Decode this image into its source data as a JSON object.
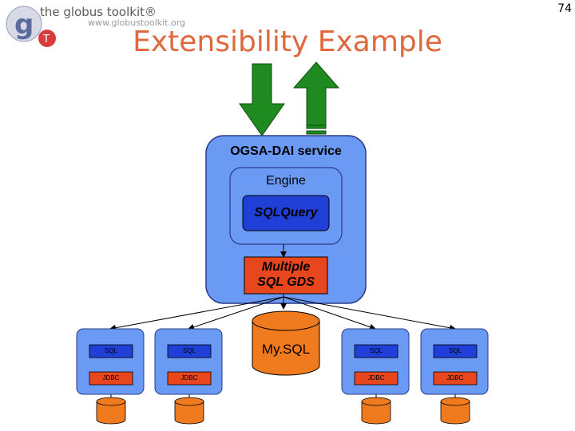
{
  "header": {
    "logo_brand": "the globus toolkit®",
    "logo_url": "www.globustoolkit.org",
    "page_number": "74"
  },
  "slide": {
    "title": "Extensibility Example"
  },
  "diagram": {
    "service_label": "OGSA-DAI service",
    "engine_label": "Engine",
    "query_label": "SQLQuery",
    "gds_label_line1": "Multiple",
    "gds_label_line2": "SQL GDS",
    "database_label": "My.SQL",
    "nodes": [
      {
        "top_label": "SQL",
        "bottom_label": "JDBC"
      },
      {
        "top_label": "SQL",
        "bottom_label": "JDBC"
      },
      {
        "top_label": "SQL",
        "bottom_label": "JDBC"
      },
      {
        "top_label": "SQL",
        "bottom_label": "JDBC"
      }
    ]
  },
  "colors": {
    "title": "#e0683c",
    "service_fill": "#6b9af5",
    "query_fill": "#1f3fd6",
    "gds_fill": "#e8461c",
    "database_fill": "#f07a1e",
    "arrow_fill": "#1f8a1f"
  }
}
